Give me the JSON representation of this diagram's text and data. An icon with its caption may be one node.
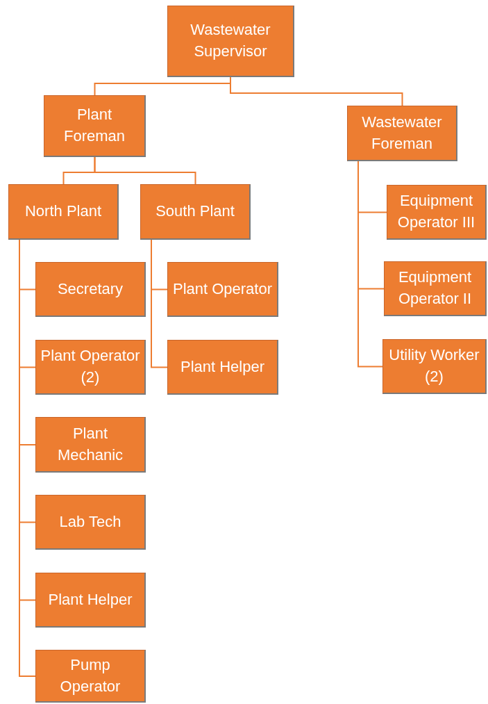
{
  "diagram": {
    "nodes": [
      {
        "text": [
          "Wastewater Supervisor"
        ]
      },
      {
        "text": [
          "Plant Foreman"
        ]
      },
      {
        "text": [
          "Wastewater Foreman"
        ]
      },
      {
        "text": [
          "North Plant"
        ]
      },
      {
        "text": [
          "South Plant"
        ]
      },
      {
        "text": [
          "Secretary"
        ]
      },
      {
        "text": [
          "Plant Operator (2)"
        ]
      },
      {
        "text": [
          "Plant Mechanic"
        ]
      },
      {
        "text": [
          "Lab Tech"
        ]
      },
      {
        "text": [
          "Plant Helper"
        ]
      },
      {
        "text": [
          "Pump Operator"
        ]
      },
      {
        "text": [
          "Plant Operator"
        ]
      },
      {
        "text": [
          "Plant Helper"
        ]
      },
      {
        "text": [
          "Equipment Operator III"
        ]
      },
      {
        "text": [
          "Equipment Operator II"
        ]
      },
      {
        "text": [
          "Utility Worker (2)"
        ]
      }
    ],
    "edges": [
      {
        "from": 0,
        "to": 1,
        "arrow": "none"
      },
      {
        "from": 0,
        "to": 2,
        "arrow": "none"
      },
      {
        "from": 1,
        "to": 3,
        "arrow": "none"
      },
      {
        "from": 1,
        "to": 4,
        "arrow": "none"
      },
      {
        "from": 3,
        "to": 5,
        "arrow": "none"
      },
      {
        "from": 3,
        "to": 6,
        "arrow": "none"
      },
      {
        "from": 3,
        "to": 7,
        "arrow": "none"
      },
      {
        "from": 3,
        "to": 8,
        "arrow": "none"
      },
      {
        "from": 3,
        "to": 9,
        "arrow": "none"
      },
      {
        "from": 3,
        "to": 10,
        "arrow": "none"
      },
      {
        "from": 4,
        "to": 11,
        "arrow": "none"
      },
      {
        "from": 4,
        "to": 12,
        "arrow": "none"
      },
      {
        "from": 2,
        "to": 13,
        "arrow": "none"
      },
      {
        "from": 2,
        "to": 14,
        "arrow": "none"
      },
      {
        "from": 2,
        "to": 15,
        "arrow": "none"
      }
    ]
  }
}
